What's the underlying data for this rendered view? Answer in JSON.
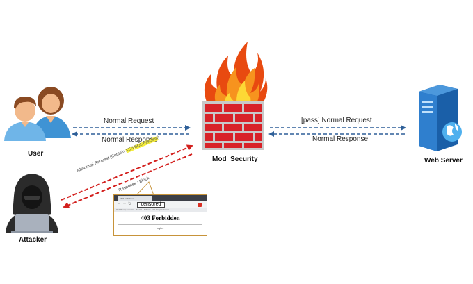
{
  "nodes": {
    "user": "User",
    "attacker": "Attacker",
    "mod_security": "Mod_Security",
    "web_server": "Web Server"
  },
  "edges": {
    "normal_request_left": "Normal Request",
    "normal_response_left": "Normal Response",
    "normal_request_right": "[pass] Normal Request",
    "normal_response_right": "Normal Response",
    "abnormal_request": "Abnormal Request (Contain",
    "abnormal_xss": "XSS",
    "abnormal_sqli": "SQL Injection",
    "abnormal_close": ")",
    "response_block": "Response : Block"
  },
  "browser": {
    "tab_title": "403 Forbidden",
    "url": "censored",
    "bookmarks": "Web Management Inter...   Tutorial & Software...   HD Compute Invento...",
    "error_title": "403 Forbidden",
    "server": "nginx"
  },
  "colors": {
    "normal_arrow": "#2e5f98",
    "attack_arrow": "#d3201e",
    "highlight": "#f5ee3c"
  }
}
